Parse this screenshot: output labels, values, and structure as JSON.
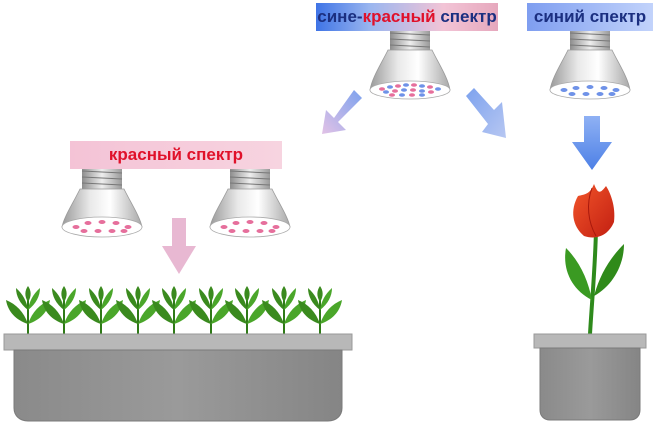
{
  "labels": {
    "mixed_prefix": "сине-",
    "mixed_red": "красный",
    "mixed_suffix": " спектр",
    "blue": "синий спектр",
    "red": "красный спектр"
  },
  "colors": {
    "red_led": "#e66f9c",
    "blue_led": "#6f92e8",
    "arrow_blue": "#5b8ce8",
    "arrow_pink": "#e8b8d2",
    "planter": "#8f8f8f",
    "planter_rim": "#b5b5b5",
    "leaf": "#3a8a1e",
    "tulip": "#e0311c"
  }
}
